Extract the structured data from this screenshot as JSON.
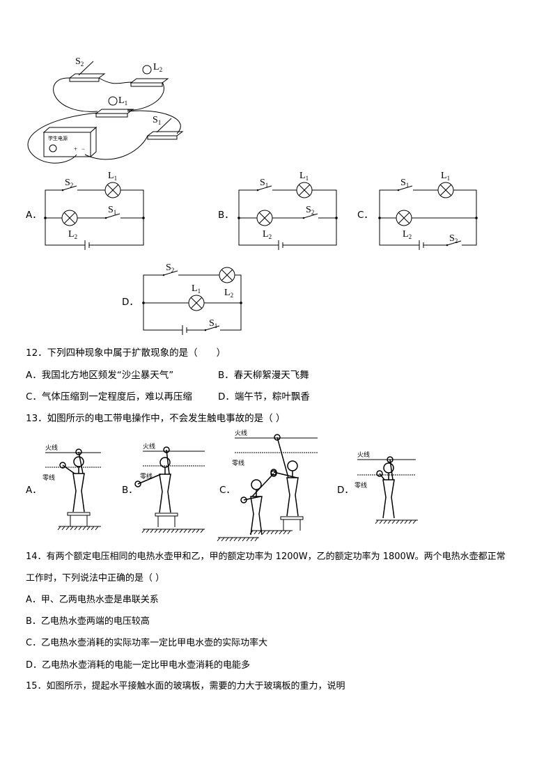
{
  "figure_top": {
    "power_label": "学生电源",
    "labels": [
      "S2",
      "L2",
      "L1",
      "S1"
    ],
    "plus": "+",
    "minus": "−"
  },
  "q11_options": [
    {
      "label": "A．",
      "components": {
        "top_switch": "S2",
        "top_lamp": "L1",
        "mid_lamp": "L2",
        "mid_switch": "S1"
      }
    },
    {
      "label": "B．",
      "components": {
        "top_switch": "S1",
        "top_lamp": "L1",
        "mid_lamp": "L2",
        "mid_switch": "S2"
      }
    },
    {
      "label": "C．",
      "components": {
        "top_switch": "S1",
        "top_lamp": "L1",
        "mid_lamp": "L2",
        "bottom_switch": "S2"
      }
    },
    {
      "label": "D．",
      "components": {
        "top_switch": "S2",
        "top_lamp": "L2",
        "mid_lamp": "L1",
        "bottom_switch": "S1"
      }
    }
  ],
  "q12": {
    "stem": "12．下列四种现象中属于扩散现象的是（　　）",
    "options": [
      "A．我国北方地区频发“沙尘暴天气”",
      "B．春天柳絮漫天飞舞",
      "C．气体压缩到一定程度后，难以再压缩",
      "D．端午节，粽叶飘香"
    ]
  },
  "q13": {
    "stem": "13．如图所示的电工带电操作中，不会发生触电事故的是（  ）",
    "live_wire": "火线",
    "neutral_wire": "零线",
    "option_labels": [
      "A．",
      "B．",
      "C．",
      "D．"
    ]
  },
  "q14": {
    "stem_line1": "14．有两个额定电压相同的电热水壶甲和乙，甲的额定功率为 1200W，乙的额定功率为 1800W。两个电热水壶都正常",
    "stem_line2": "工作时，下列说法中正确的是（  ）",
    "options": [
      "A．甲、乙两电热水壶是串联关系",
      "B．乙电热水壶两端的电压较高",
      "C．乙电热水壶消耗的实际功率一定比甲电水壶的实际功率大",
      "D．乙电热水壶消耗的电能一定比甲电水壶消耗的电能多"
    ]
  },
  "q15": {
    "stem": "15．如图所示，提起水平接触水面的玻璃板，需要的力大于玻璃板的重力，说明"
  }
}
